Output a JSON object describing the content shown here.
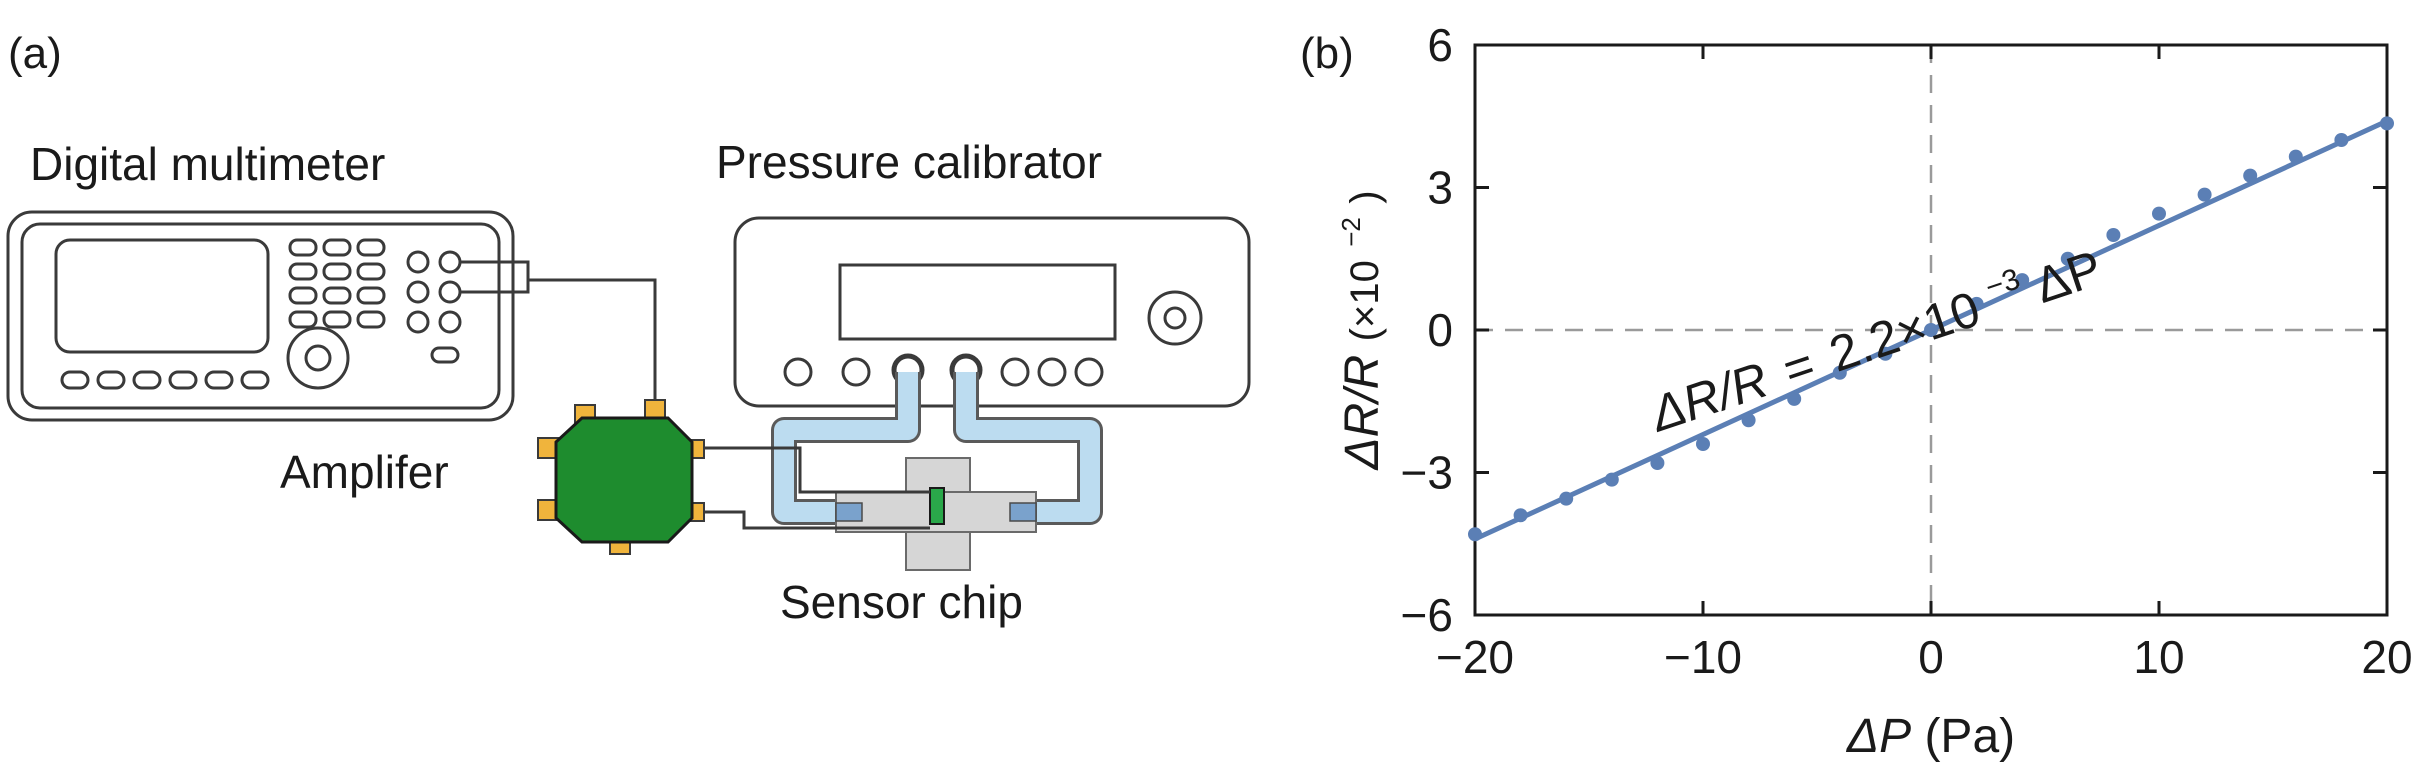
{
  "panel_a": {
    "label": "(a)",
    "multimeter_label": "Digital multimeter",
    "calibrator_label": "Pressure calibrator",
    "amplifier_label": "Amplifer",
    "sensor_label": "Sensor chip"
  },
  "panel_b": {
    "label": "(b)",
    "fit_equation": {
      "lhs": "ΔR/R",
      "equals": "=",
      "coef": "2.2×10",
      "exp": "−3",
      "var": " ΔP"
    },
    "ylabel_italic": "ΔR/R",
    "ylabel_unit": " (×10",
    "ylabel_exp": "−2",
    "ylabel_close": ")",
    "xlabel_italic": "ΔP",
    "xlabel_unit": " (Pa)"
  },
  "colors": {
    "series": "#5b7fb5",
    "tube": "#bcdcf0",
    "tube_edge": "#5a5a5a",
    "amplifier": "#1e8c2e",
    "pin": "#f0b43c",
    "chip": "#2aa84a",
    "mount": "#d6d6d6"
  },
  "chart_data": {
    "type": "scatter",
    "x": [
      -20,
      -18,
      -16,
      -14,
      -12,
      -10,
      -8,
      -6,
      -4,
      -2,
      0,
      2,
      4,
      6,
      8,
      10,
      12,
      14,
      16,
      18,
      20
    ],
    "y": [
      -4.3,
      -3.9,
      -3.55,
      -3.15,
      -2.8,
      -2.4,
      -1.9,
      -1.45,
      -0.9,
      -0.5,
      0.0,
      0.55,
      1.05,
      1.5,
      2.0,
      2.45,
      2.85,
      3.25,
      3.65,
      4.0,
      4.35
    ],
    "fit": {
      "slope": 0.22,
      "intercept": 0,
      "x_range": [
        -20,
        20
      ]
    },
    "xlim": [
      -20,
      20
    ],
    "ylim": [
      -6,
      6
    ],
    "xticks": [
      -20,
      -10,
      0,
      10,
      20
    ],
    "yticks": [
      -6,
      -3,
      0,
      3,
      6
    ],
    "xtick_labels": [
      "−20",
      "−10",
      "0",
      "10",
      "20"
    ],
    "ytick_labels": [
      "−6",
      "−3",
      "0",
      "3",
      "6"
    ],
    "grid": false,
    "zero_lines": true
  }
}
